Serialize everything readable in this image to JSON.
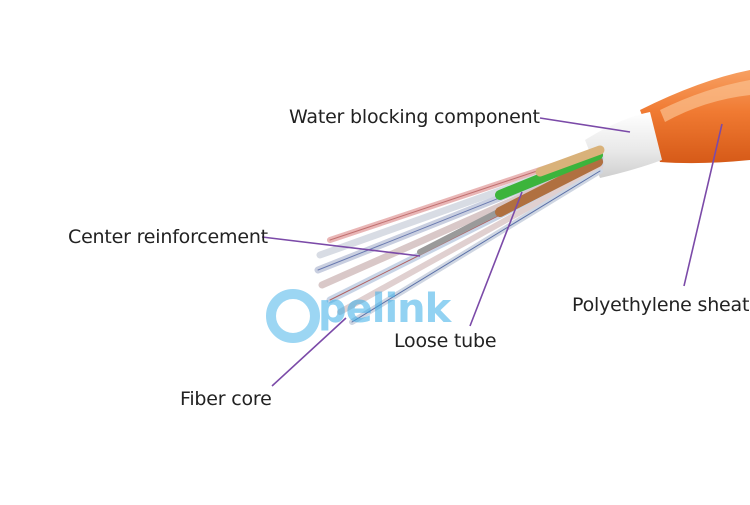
{
  "labels": {
    "water_blocking": "Water blocking component",
    "center_reinforcement": "Center reinforcement",
    "polyethylene_sheath": "Polyethylene sheath",
    "loose_tube": "Loose tube",
    "fiber_core": "Fiber core"
  },
  "watermark": {
    "text": "pelink",
    "color": "#3aaee8"
  },
  "colors": {
    "sheath": "#f07a32",
    "leader_line": "#7b4aa8",
    "loose_tube_green": "#3cb43c",
    "loose_tube_brown": "#b07040"
  }
}
